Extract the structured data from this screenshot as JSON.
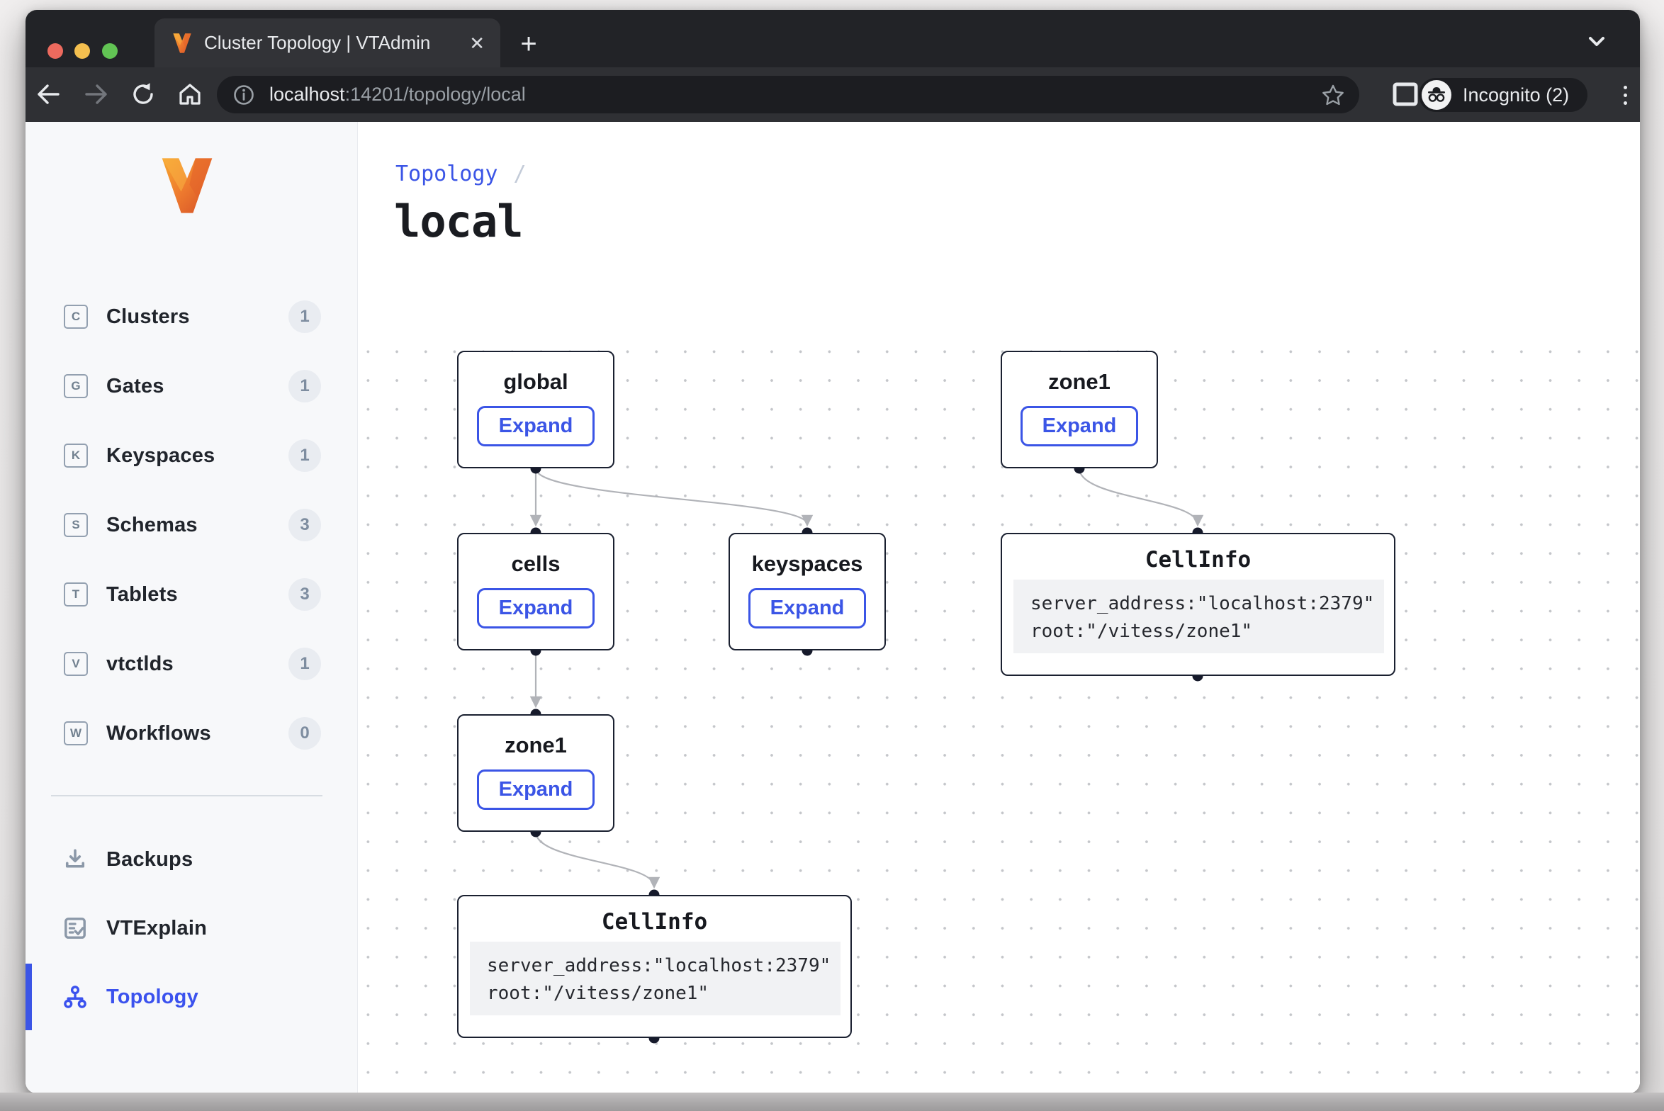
{
  "browser": {
    "tab_title": "Cluster Topology | VTAdmin",
    "new_tab_label": "+",
    "close_tab_label": "✕",
    "url_host": "localhost",
    "url_rest": ":14201/topology/local",
    "incognito_label": "Incognito (2)"
  },
  "sidebar": {
    "items": [
      {
        "letter": "C",
        "label": "Clusters",
        "count": "1"
      },
      {
        "letter": "G",
        "label": "Gates",
        "count": "1"
      },
      {
        "letter": "K",
        "label": "Keyspaces",
        "count": "1"
      },
      {
        "letter": "S",
        "label": "Schemas",
        "count": "3"
      },
      {
        "letter": "T",
        "label": "Tablets",
        "count": "3"
      },
      {
        "letter": "V",
        "label": "vtctlds",
        "count": "1"
      },
      {
        "letter": "W",
        "label": "Workflows",
        "count": "0"
      }
    ],
    "tools": [
      {
        "label": "Backups"
      },
      {
        "label": "VTExplain"
      },
      {
        "label": "Topology"
      }
    ]
  },
  "main": {
    "breadcrumb": "Topology",
    "breadcrumb_sep": "/",
    "title": "local"
  },
  "graph": {
    "expand_label": "Expand",
    "nodes": [
      {
        "title": "global"
      },
      {
        "title": "zone1"
      },
      {
        "title": "cells"
      },
      {
        "title": "keyspaces"
      },
      {
        "title": "CellInfo",
        "code_line1": "server_address:\"localhost:2379\"",
        "code_line2": "root:\"/vitess/zone1\""
      },
      {
        "title": "zone1"
      },
      {
        "title": "CellInfo",
        "code_line1": "server_address:\"localhost:2379\"",
        "code_line2": "root:\"/vitess/zone1\""
      }
    ]
  },
  "colors": {
    "accent_blue": "#3b55e6",
    "vitess_orange": "#ee7a2e",
    "node_border": "#1a2030",
    "edge_gray": "#b1b3b8"
  }
}
